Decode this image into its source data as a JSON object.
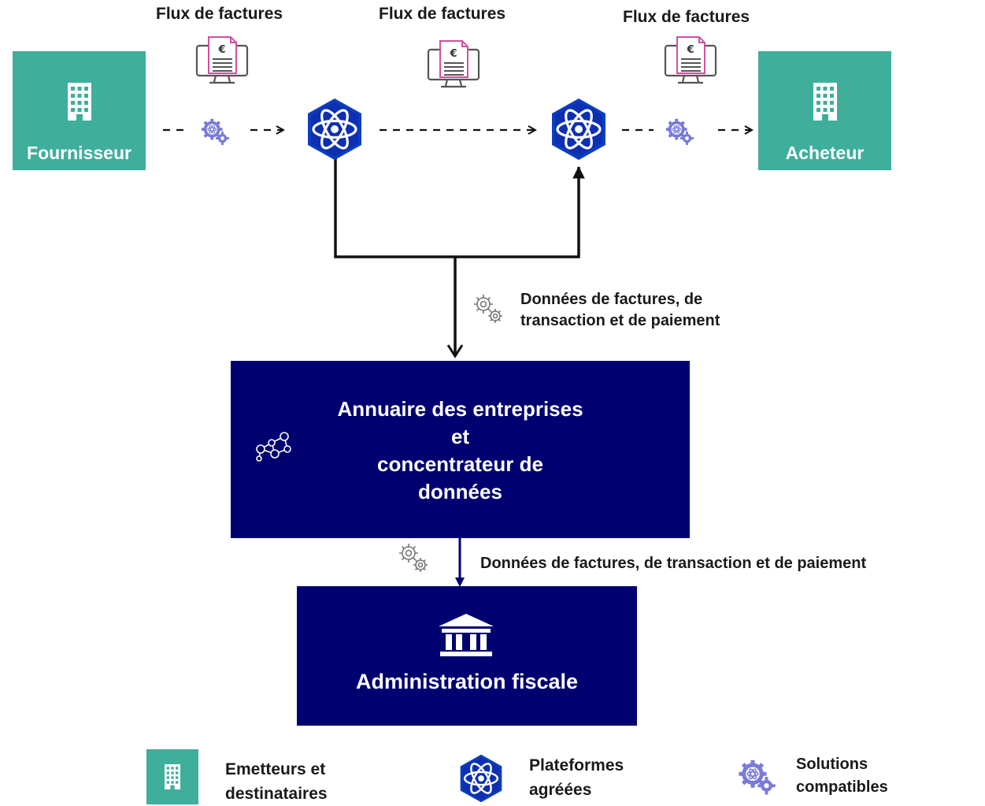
{
  "flow_labels": [
    "Flux de factures",
    "Flux de factures",
    "Flux de factures"
  ],
  "nodes": {
    "supplier": "Fournisseur",
    "buyer": "Acheteur",
    "directory": [
      "Annuaire des entreprises",
      "et",
      "concentrateur de",
      "données"
    ],
    "tax_admin": "Administration fiscale"
  },
  "data_flows": {
    "to_directory": [
      "Données de factures, de",
      "transaction et de paiement"
    ],
    "to_tax_admin": "Données de factures, de transaction et de paiement"
  },
  "legend": {
    "issuers": [
      "Emetteurs et",
      "destinataires"
    ],
    "platforms": [
      "Plateformes",
      "agréées"
    ],
    "solutions": [
      "Solutions",
      "compatibles"
    ]
  },
  "colors": {
    "teal": "#3fae9b",
    "navy": "#000070",
    "platform_blue": "#0c3ec2",
    "invoice_pink": "#d34fa0",
    "gear_purple": "#7a7ad8"
  },
  "icons": [
    "building-icon",
    "platform-atom-icon",
    "solution-gear-icon",
    "invoice-monitor-icon",
    "gears-icon",
    "network-icon",
    "bank-icon"
  ]
}
